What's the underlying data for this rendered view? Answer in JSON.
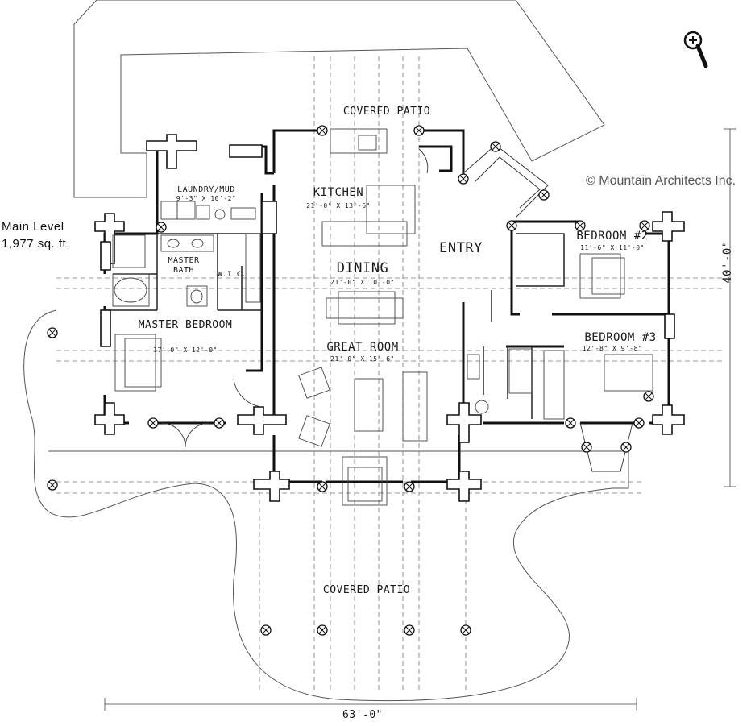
{
  "plan": {
    "level_title": "Main Level",
    "level_area": "1,977 sq. ft.",
    "copyright": "© Mountain Architects Inc.",
    "overall_width": "63'-0\"",
    "overall_depth": "40'-0\""
  },
  "rooms": {
    "covered_patio_top": "COVERED PATIO",
    "covered_patio_bottom": "COVERED PATIO",
    "laundry": {
      "name": "LAUNDRY/MUD",
      "dims": "9'-3\" X 10'-2\""
    },
    "kitchen": {
      "name": "KITCHEN",
      "dims": "21'-0\" X 13'-6\""
    },
    "dining": {
      "name": "DINING",
      "dims": "21'-0\" X 10'-0\""
    },
    "great_room": {
      "name": "GREAT ROOM",
      "dims": "21'-0\" X 15'-6\""
    },
    "master_bath": {
      "name": "MASTER BATH"
    },
    "wic": {
      "name": "W.I.C."
    },
    "master_bedroom": {
      "name": "MASTER BEDROOM",
      "dims": "17'-0\" X 12'-0\""
    },
    "entry": {
      "name": "ENTRY"
    },
    "bedroom2": {
      "name": "BEDROOM #2",
      "dims": "11'-6\" X 11'-0\""
    },
    "bedroom3": {
      "name": "BEDROOM #3",
      "dims": "12'-8\" X 9'-8\""
    }
  },
  "icons": {
    "zoom": "zoom-in-magnifier-icon"
  }
}
